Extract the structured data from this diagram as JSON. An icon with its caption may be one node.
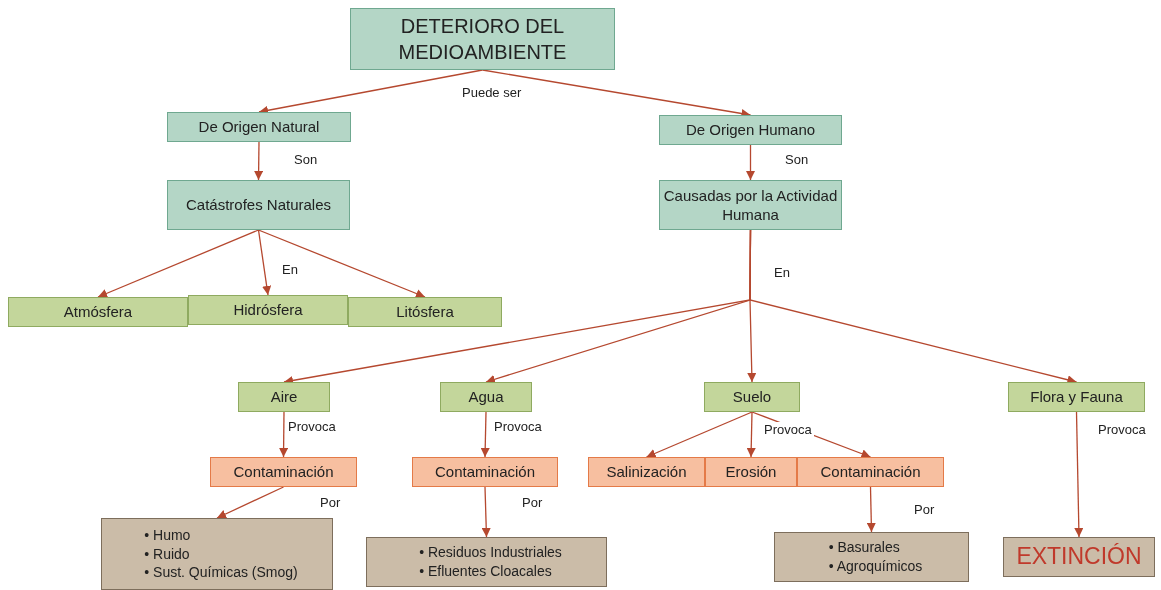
{
  "diagram": {
    "nodes": [
      {
        "text": [
          "DETERIORO DEL MEDIOAMBIENTE"
        ]
      },
      {
        "text": [
          "De Origen Natural"
        ]
      },
      {
        "text": [
          "De Origen Humano"
        ]
      },
      {
        "text": [
          "Catástrofes Naturales"
        ]
      },
      {
        "text": [
          "Causadas por la Actividad Humana"
        ]
      },
      {
        "text": [
          "Atmósfera"
        ]
      },
      {
        "text": [
          "Hidrósfera"
        ]
      },
      {
        "text": [
          "Litósfera"
        ]
      },
      {
        "text": [
          "Aire"
        ]
      },
      {
        "text": [
          "Agua"
        ]
      },
      {
        "text": [
          "Suelo"
        ]
      },
      {
        "text": [
          "Flora y Fauna"
        ]
      },
      {
        "text": [
          "Contaminación"
        ]
      },
      {
        "text": [
          "Contaminación"
        ]
      },
      {
        "text": [
          "Salinización"
        ]
      },
      {
        "text": [
          "Erosión"
        ]
      },
      {
        "text": [
          "Contaminación"
        ]
      },
      {
        "text": [
          "• Humo",
          "• Ruido",
          "• Sust. Químicas (Smog)"
        ]
      },
      {
        "text": [
          "• Residuos Industriales",
          "• Efluentes Cloacales"
        ]
      },
      {
        "text": [
          "• Basurales",
          "• Agroquímicos"
        ]
      },
      {
        "text": [
          "EXTINCIÓN"
        ]
      }
    ],
    "edges": [
      {
        "from": 0,
        "to": 1,
        "arrow": "to",
        "label": "Puede ser"
      },
      {
        "from": 0,
        "to": 2,
        "arrow": "to"
      },
      {
        "from": 1,
        "to": 3,
        "arrow": "to",
        "label": "Son"
      },
      {
        "from": 2,
        "to": 4,
        "arrow": "to",
        "label": "Son"
      },
      {
        "from": 3,
        "to": 5,
        "arrow": "to"
      },
      {
        "from": 3,
        "to": 6,
        "arrow": "to",
        "label": "En"
      },
      {
        "from": 3,
        "to": 7,
        "arrow": "to"
      },
      {
        "from": 4,
        "to": 8,
        "arrow": "to"
      },
      {
        "from": 4,
        "to": 9,
        "arrow": "to"
      },
      {
        "from": 4,
        "to": 10,
        "arrow": "to",
        "label": "En"
      },
      {
        "from": 4,
        "to": 11,
        "arrow": "to"
      },
      {
        "from": 8,
        "to": 12,
        "arrow": "to",
        "label": "Provoca"
      },
      {
        "from": 9,
        "to": 13,
        "arrow": "to",
        "label": "Provoca"
      },
      {
        "from": 10,
        "to": 14,
        "arrow": "to"
      },
      {
        "from": 10,
        "to": 15,
        "arrow": "to",
        "label": "Provoca"
      },
      {
        "from": 10,
        "to": 16,
        "arrow": "to"
      },
      {
        "from": 11,
        "to": 20,
        "arrow": "to",
        "label": "Provoca"
      },
      {
        "from": 12,
        "to": 17,
        "arrow": "to",
        "label": "Por"
      },
      {
        "from": 13,
        "to": 18,
        "arrow": "to",
        "label": "Por"
      },
      {
        "from": 16,
        "to": 19,
        "arrow": "to",
        "label": "Por"
      }
    ]
  }
}
